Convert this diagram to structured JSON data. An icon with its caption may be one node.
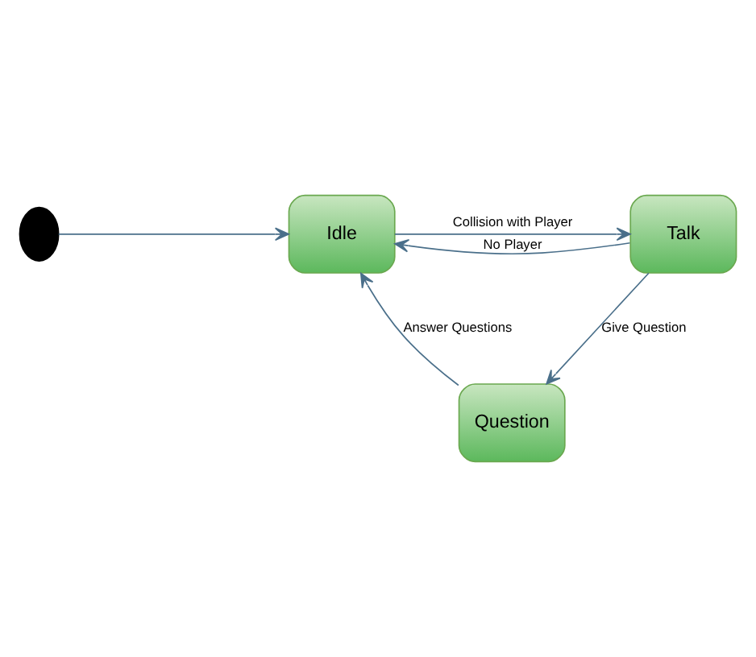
{
  "diagram": {
    "nodes": [
      {
        "text": [],
        "shape": "circle"
      },
      {
        "text": [
          "Idle"
        ]
      },
      {
        "text": [
          "Talk"
        ]
      },
      {
        "text": [
          "Question"
        ]
      }
    ],
    "edges": [
      {
        "from": 0,
        "to": 1,
        "arrow": "to"
      },
      {
        "from": 1,
        "to": 2,
        "arrow": "to",
        "label": "Collision with Player"
      },
      {
        "from": 2,
        "to": 1,
        "arrow": "to",
        "label": "No Player"
      },
      {
        "from": 2,
        "to": 3,
        "arrow": "to",
        "label": "Give Question"
      },
      {
        "from": 3,
        "to": 1,
        "arrow": "to",
        "label": "Answer Questions"
      }
    ]
  }
}
